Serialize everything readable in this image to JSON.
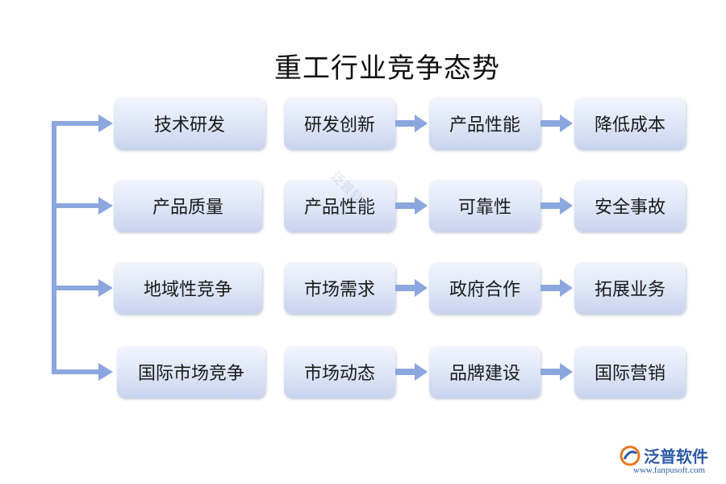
{
  "title": "重工行业竞争态势",
  "rows": [
    {
      "factor": "技术研发",
      "steps": [
        "研发创新",
        "产品性能",
        "降低成本"
      ]
    },
    {
      "factor": "产品质量",
      "steps": [
        "产品性能",
        "可靠性",
        "安全事故"
      ]
    },
    {
      "factor": "地域性竞争",
      "steps": [
        "市场需求",
        "政府合作",
        "拓展业务"
      ]
    },
    {
      "factor": "国际市场竞争",
      "steps": [
        "市场动态",
        "品牌建设",
        "国际营销"
      ]
    }
  ],
  "logo": {
    "name": "泛普软件",
    "url": "www.fanpusoft.com"
  },
  "watermark": "泛普软件",
  "colors": {
    "arrow": "#8ca6de",
    "box_top": "#f2f5fc",
    "box_bottom": "#c8d3ee"
  }
}
